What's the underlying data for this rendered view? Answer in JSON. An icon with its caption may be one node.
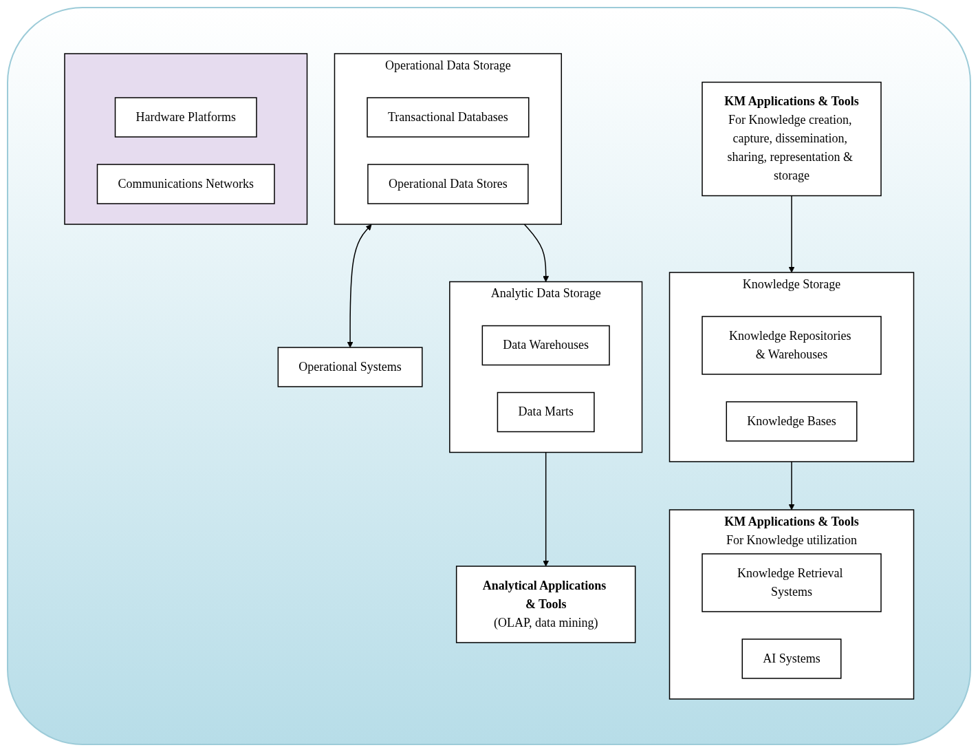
{
  "diagram": {
    "nodes": [
      {
        "text": [
          "KM Applications & Tools",
          "For Knowledge creation, capture, dissemination, sharing, representation & storage"
        ]
      },
      {
        "text": [
          "KM Applications & Tools",
          "For Knowledge utilization"
        ]
      },
      {
        "text": [
          "Knowledge Retrieval Systems"
        ],
        "in": 1
      },
      {
        "text": [
          "AI Systems"
        ],
        "in": 1
      },
      {
        "text": [
          "Operational Systems"
        ]
      },
      {
        "text": [
          "Analytical Applications & Tools",
          "(OLAP, data mining)"
        ]
      },
      {
        "text": [
          "Knowledge Storage"
        ]
      },
      {
        "text": [
          "Knowledge Repositories & Warehouses"
        ],
        "in": 6
      },
      {
        "text": [
          "Knowledge Bases"
        ],
        "in": 6
      },
      {
        "text": [
          "Operational Data Storage"
        ]
      },
      {
        "text": [
          "Transactional Databases"
        ],
        "in": 9
      },
      {
        "text": [
          "Operational Data Stores"
        ],
        "in": 9
      },
      {
        "text": [
          "Analytic Data Storage"
        ]
      },
      {
        "text": [
          "Data Warehouses"
        ],
        "in": 12
      },
      {
        "text": [
          "Data Marts"
        ],
        "in": 12
      },
      {
        "text": [],
        "shape": "box"
      },
      {
        "text": [
          "Hardware Platforms"
        ],
        "in": 15
      },
      {
        "text": [
          "Communications Networks"
        ],
        "in": 15
      }
    ],
    "edges": [
      {
        "from": 0,
        "to": 6,
        "arrow": "to"
      },
      {
        "from": 6,
        "to": 1,
        "arrow": "to"
      },
      {
        "from": 9,
        "to": 4,
        "arrow": "both"
      },
      {
        "from": 9,
        "to": 12,
        "arrow": "to"
      },
      {
        "from": 12,
        "to": 5,
        "arrow": "to"
      }
    ]
  }
}
